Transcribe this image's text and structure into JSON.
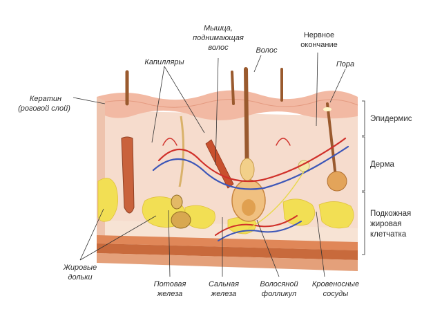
{
  "labels": {
    "keratin": "Кератин",
    "keratin_sub": "(роговой слой)",
    "capillaries": "Капилляры",
    "muscle_1": "Мышца,",
    "muscle_2": "поднимающая",
    "muscle_3": "волос",
    "hair": "Волос",
    "nerve_1": "Нервное",
    "nerve_2": "окончание",
    "pore": "Пора",
    "fat_lobes_1": "Жировые",
    "fat_lobes_2": "дольки",
    "sweat_gland_1": "Потовая",
    "sweat_gland_2": "железа",
    "sebaceous_1": "Сальная",
    "sebaceous_2": "железа",
    "follicle_1": "Волосяной",
    "follicle_2": "фолликул",
    "vessels_1": "Кровеносные",
    "vessels_2": "сосуды"
  },
  "layers": {
    "epidermis": "Эпидермис",
    "dermis": "Дерма",
    "hypodermis_1": "Подкожная",
    "hypodermis_2": "жировая",
    "hypodermis_3": "клетчатка"
  },
  "colors": {
    "epidermis": "#f2b9a3",
    "dermis": "#f6dccd",
    "fat": "#f2df54",
    "muscle": "#c8502e",
    "artery": "#d0302a",
    "vein": "#3c56b8",
    "hair": "#9a5a2e"
  }
}
